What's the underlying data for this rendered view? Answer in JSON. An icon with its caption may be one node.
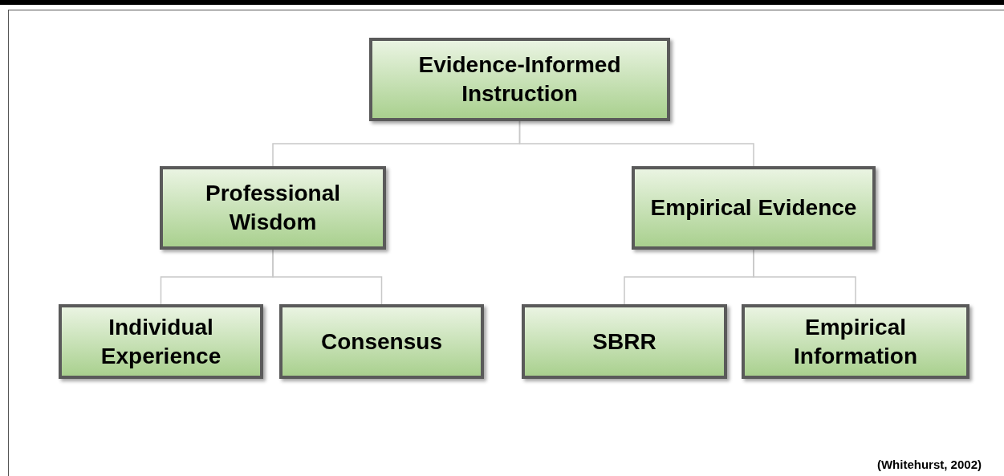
{
  "diagram": {
    "nodes": [
      {
        "text": [
          "Evidence-Informed Instruction"
        ]
      },
      {
        "text": [
          "Professional Wisdom"
        ]
      },
      {
        "text": [
          "Empirical Evidence"
        ]
      },
      {
        "text": [
          "Individual Experience"
        ]
      },
      {
        "text": [
          "Consensus"
        ]
      },
      {
        "text": [
          "SBRR"
        ]
      },
      {
        "text": [
          "Empirical Information"
        ]
      }
    ],
    "edges": [
      {
        "from": 0,
        "to": 1,
        "arrow": "none"
      },
      {
        "from": 0,
        "to": 2,
        "arrow": "none"
      },
      {
        "from": 1,
        "to": 3,
        "arrow": "none"
      },
      {
        "from": 1,
        "to": 4,
        "arrow": "none"
      },
      {
        "from": 2,
        "to": 5,
        "arrow": "none"
      },
      {
        "from": 2,
        "to": 6,
        "arrow": "none"
      }
    ],
    "labels": [
      "(Whitehurst, 2002)"
    ]
  }
}
